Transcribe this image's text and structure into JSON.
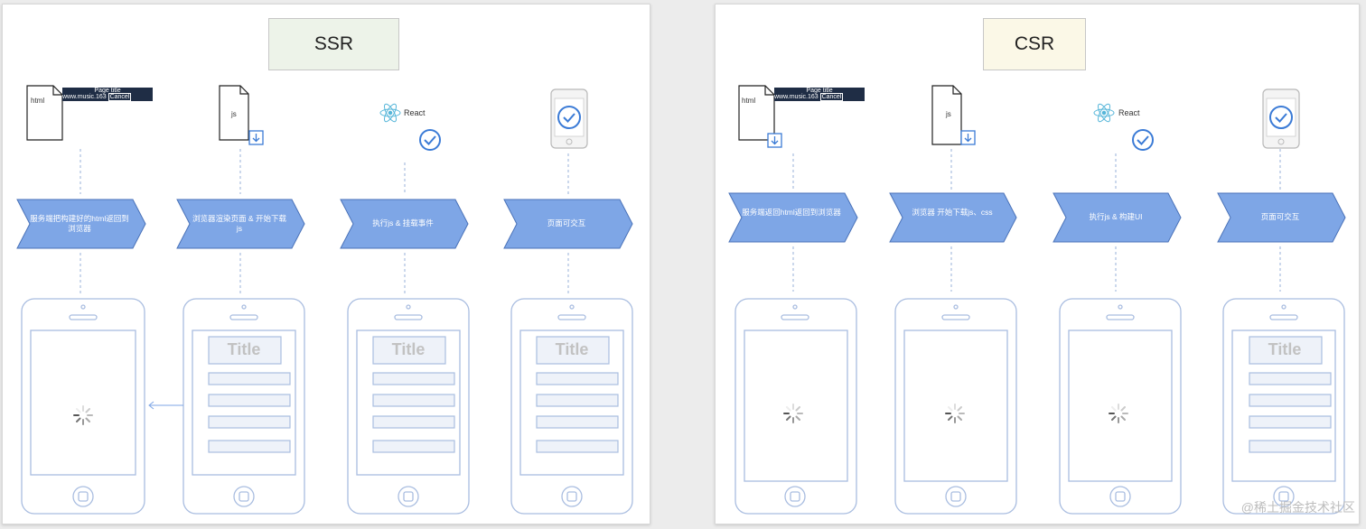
{
  "ssr": {
    "title": "SSR",
    "icons": {
      "html_file_label": "html",
      "js_file_label": "js",
      "react_label": "React",
      "browser_bar": {
        "page_title": "Page title",
        "url": "www.music.163",
        "cancel": "Cancel"
      }
    },
    "steps": [
      "服务端把构建好的html返回到浏览器",
      "浏览器渲染页面 & 开始下载js",
      "执行js & 挂载事件",
      "页面可交互"
    ],
    "screen_title": "Title"
  },
  "csr": {
    "title": "CSR",
    "icons": {
      "html_file_label": "html",
      "js_file_label": "js",
      "react_label": "React",
      "browser_bar": {
        "page_title": "Page title",
        "url": "www.music.163",
        "cancel": "Cancel"
      }
    },
    "steps": [
      "服务端返回html返回到浏览器",
      "浏览器 开始下载js、css",
      "执行js & 构建UI",
      "页面可交互"
    ],
    "screen_title": "Title"
  },
  "watermark": "@稀土掘金技术社区",
  "colors": {
    "arrow_fill": "#7ea6e6",
    "arrow_stroke": "#4a72b8",
    "phone_stroke": "#a9bde0",
    "check_blue": "#3b7bd6",
    "ssr_title_bg": "#edf3e9",
    "csr_title_bg": "#fbf8e7"
  }
}
